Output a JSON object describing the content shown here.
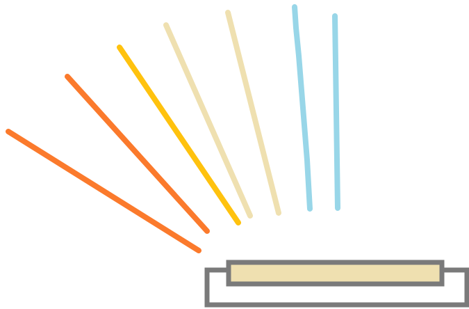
{
  "colors": {
    "background": "#ffffff",
    "line_orange": "#fb7a2c",
    "line_yellow": "#ffc20e",
    "line_beige": "#efe0b0",
    "line_light_blue": "#98d6e8",
    "lamp_outline": "#7a7a7a",
    "lamp_fill": "#efe0b0",
    "base_fill": "#ffffff"
  },
  "diagram": {
    "rays": [
      {
        "name": "ray-orange-1",
        "color": "line_orange"
      },
      {
        "name": "ray-orange-2",
        "color": "line_orange"
      },
      {
        "name": "ray-yellow",
        "color": "line_yellow"
      },
      {
        "name": "ray-beige-1",
        "color": "line_beige"
      },
      {
        "name": "ray-beige-2",
        "color": "line_beige"
      },
      {
        "name": "ray-blue-1",
        "color": "line_light_blue"
      },
      {
        "name": "ray-blue-2",
        "color": "line_light_blue"
      }
    ]
  }
}
